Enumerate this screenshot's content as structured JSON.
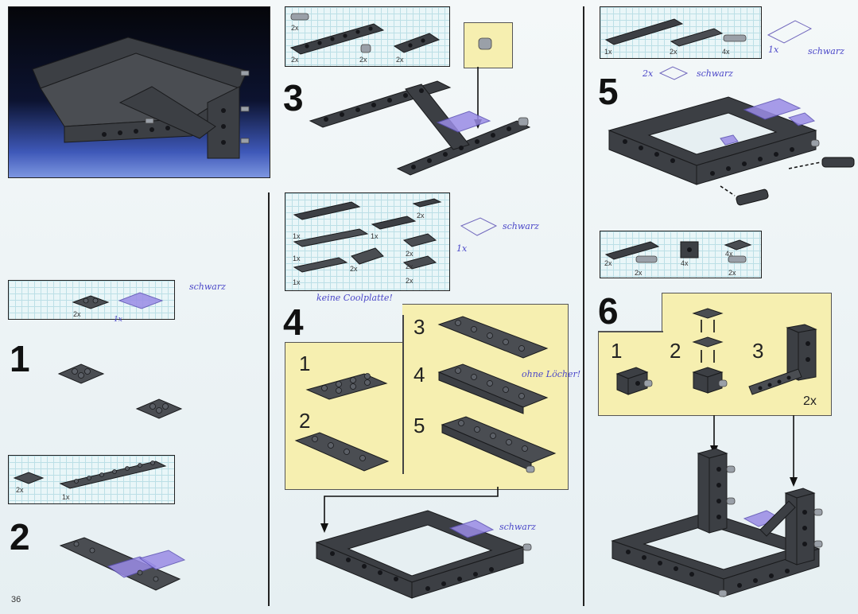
{
  "page": {
    "number": "36"
  },
  "steps": {
    "s1": {
      "num": "1",
      "parts": {
        "q1": "2x",
        "q2": "1x"
      },
      "note": "schwarz"
    },
    "s2": {
      "num": "2",
      "parts": {
        "q1": "2x",
        "q2": "1x"
      }
    },
    "s3": {
      "num": "3",
      "parts": {
        "q1": "2x",
        "q2": "2x",
        "q3": "2x",
        "q4": "2x"
      }
    },
    "s4": {
      "num": "4",
      "parts": {
        "q1": "2x",
        "q2": "1x",
        "q3": "1x",
        "q4": "1x",
        "q5": "2x",
        "q6": "2x",
        "q7": "2x",
        "q8": "1x",
        "q9": "2x"
      },
      "notes": {
        "n1": "schwarz",
        "n2": "1x",
        "n3": "keine Coolplatte!",
        "n4": "ohne Löcher!",
        "n5": "schwarz"
      },
      "subs": {
        "a": "1",
        "b": "2",
        "c": "3",
        "d": "4",
        "e": "5"
      }
    },
    "s5": {
      "num": "5",
      "parts": {
        "q1": "1x",
        "q2": "2x",
        "q3": "4x"
      },
      "notes": {
        "n1": "1x",
        "n2": "schwarz",
        "n3": "2x",
        "n4": "schwarz"
      }
    },
    "s6": {
      "num": "6",
      "parts": {
        "q1": "2x",
        "q2": "2x",
        "q3": "4x",
        "q4": "4x",
        "q5": "2x"
      },
      "subs": {
        "a": "1",
        "b": "2",
        "c": "3"
      },
      "multiplier": "2x"
    }
  }
}
